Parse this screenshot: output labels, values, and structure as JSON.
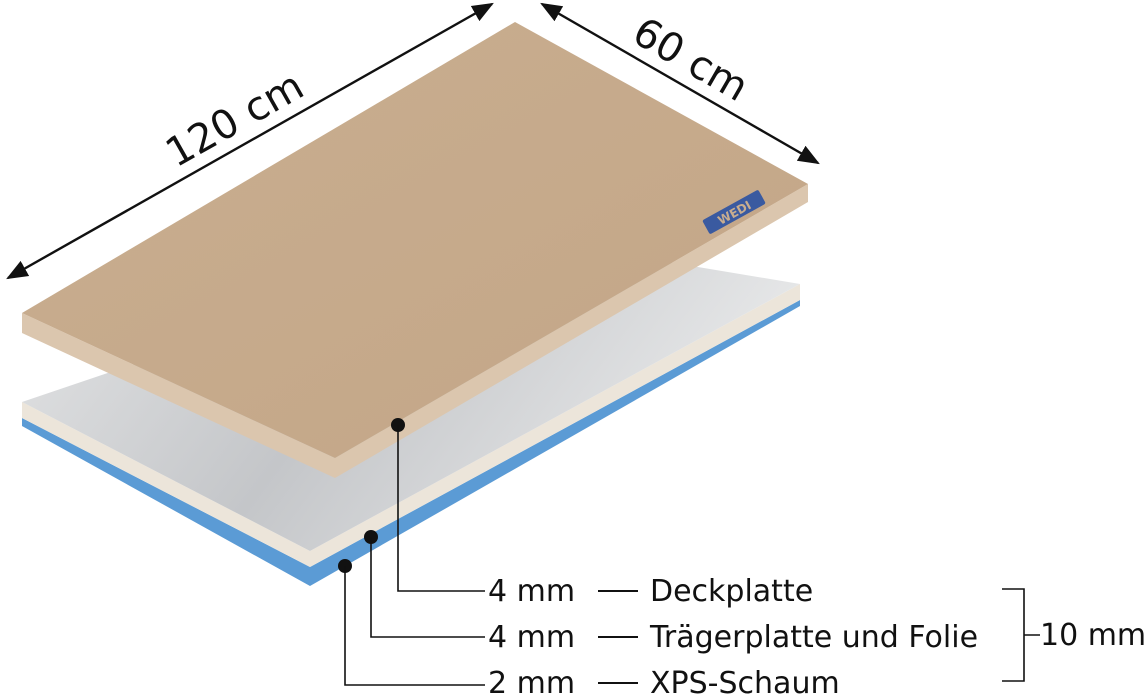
{
  "dimensions": {
    "length_label": "120 cm",
    "width_label": "60 cm"
  },
  "logo_text": "WEDI",
  "layers": [
    {
      "thickness": "4 mm",
      "name": "Deckplatte"
    },
    {
      "thickness": "4 mm",
      "name": "Trägerplatte und Folie"
    },
    {
      "thickness": "2 mm",
      "name": "XPS-Schaum"
    }
  ],
  "total": {
    "label": "10 mm"
  },
  "colors": {
    "top_board": "#c8ad8f",
    "top_board_edge": "#dcc8b2",
    "carrier": "#cfd0d2",
    "carrier_edge": "#ece6dc",
    "foam_blue": "#5b9bd5",
    "logo": "#3a5aa0"
  }
}
